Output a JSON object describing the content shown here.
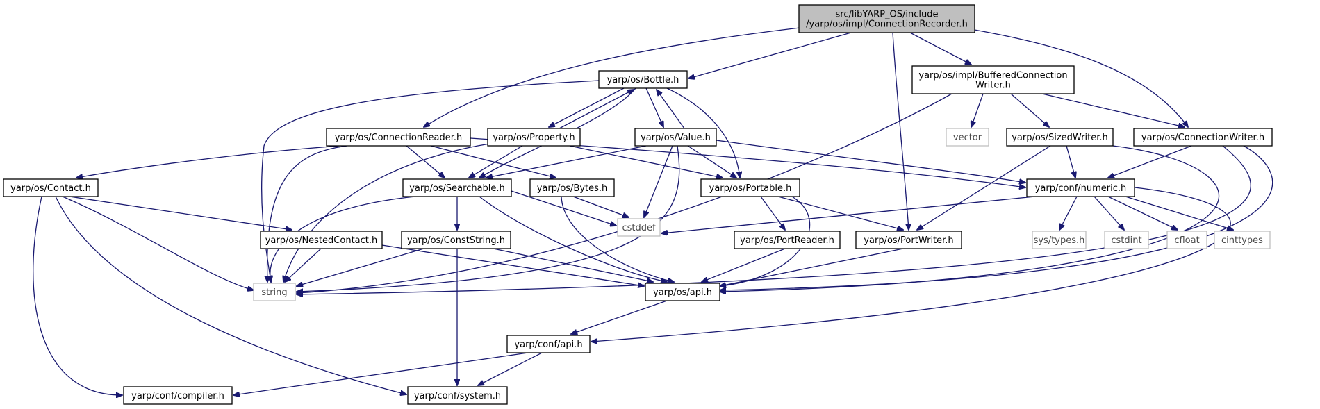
{
  "graph": {
    "nodes": [
      {
        "id": "root",
        "lines": [
          "src/libYARP_OS/include",
          "/yarp/os/impl/ConnectionRecorder.h"
        ],
        "kind": "root"
      },
      {
        "id": "bottle",
        "lines": [
          "yarp/os/Bottle.h"
        ],
        "kind": "normal"
      },
      {
        "id": "bcw",
        "lines": [
          "yarp/os/impl/BufferedConnection",
          "Writer.h"
        ],
        "kind": "normal"
      },
      {
        "id": "creader",
        "lines": [
          "yarp/os/ConnectionReader.h"
        ],
        "kind": "normal"
      },
      {
        "id": "property",
        "lines": [
          "yarp/os/Property.h"
        ],
        "kind": "normal"
      },
      {
        "id": "value",
        "lines": [
          "yarp/os/Value.h"
        ],
        "kind": "normal"
      },
      {
        "id": "vector",
        "lines": [
          "vector"
        ],
        "kind": "external"
      },
      {
        "id": "sizedwriter",
        "lines": [
          "yarp/os/SizedWriter.h"
        ],
        "kind": "normal"
      },
      {
        "id": "cwriter",
        "lines": [
          "yarp/os/ConnectionWriter.h"
        ],
        "kind": "normal"
      },
      {
        "id": "contact",
        "lines": [
          "yarp/os/Contact.h"
        ],
        "kind": "normal"
      },
      {
        "id": "searchable",
        "lines": [
          "yarp/os/Searchable.h"
        ],
        "kind": "normal"
      },
      {
        "id": "bytes",
        "lines": [
          "yarp/os/Bytes.h"
        ],
        "kind": "normal"
      },
      {
        "id": "portable",
        "lines": [
          "yarp/os/Portable.h"
        ],
        "kind": "normal"
      },
      {
        "id": "numeric",
        "lines": [
          "yarp/conf/numeric.h"
        ],
        "kind": "normal"
      },
      {
        "id": "nested",
        "lines": [
          "yarp/os/NestedContact.h"
        ],
        "kind": "normal"
      },
      {
        "id": "conststring",
        "lines": [
          "yarp/os/ConstString.h"
        ],
        "kind": "normal"
      },
      {
        "id": "cstddef",
        "lines": [
          "cstddef"
        ],
        "kind": "external"
      },
      {
        "id": "portreader",
        "lines": [
          "yarp/os/PortReader.h"
        ],
        "kind": "normal"
      },
      {
        "id": "portwriter",
        "lines": [
          "yarp/os/PortWriter.h"
        ],
        "kind": "normal"
      },
      {
        "id": "systypes",
        "lines": [
          "sys/types.h"
        ],
        "kind": "external"
      },
      {
        "id": "cstdint",
        "lines": [
          "cstdint"
        ],
        "kind": "external"
      },
      {
        "id": "cfloat",
        "lines": [
          "cfloat"
        ],
        "kind": "external"
      },
      {
        "id": "cinttypes",
        "lines": [
          "cinttypes"
        ],
        "kind": "external"
      },
      {
        "id": "string",
        "lines": [
          "string"
        ],
        "kind": "external"
      },
      {
        "id": "osapi",
        "lines": [
          "yarp/os/api.h"
        ],
        "kind": "normal"
      },
      {
        "id": "confapi",
        "lines": [
          "yarp/conf/api.h"
        ],
        "kind": "normal"
      },
      {
        "id": "compiler",
        "lines": [
          "yarp/conf/compiler.h"
        ],
        "kind": "normal"
      },
      {
        "id": "system",
        "lines": [
          "yarp/conf/system.h"
        ],
        "kind": "normal"
      }
    ],
    "edges": [
      [
        "root",
        "bottle"
      ],
      [
        "root",
        "creader"
      ],
      [
        "root",
        "bcw"
      ],
      [
        "root",
        "cwriter"
      ],
      [
        "root",
        "portwriter"
      ],
      [
        "bottle",
        "property"
      ],
      [
        "property",
        "bottle"
      ],
      [
        "bottle",
        "value"
      ],
      [
        "value",
        "bottle"
      ],
      [
        "bottle",
        "searchable"
      ],
      [
        "bottle",
        "portable"
      ],
      [
        "bottle",
        "string"
      ],
      [
        "creader",
        "contact"
      ],
      [
        "creader",
        "searchable"
      ],
      [
        "creader",
        "bytes"
      ],
      [
        "creader",
        "numeric"
      ],
      [
        "creader",
        "string"
      ],
      [
        "property",
        "searchable"
      ],
      [
        "property",
        "portable"
      ],
      [
        "property",
        "string"
      ],
      [
        "value",
        "searchable"
      ],
      [
        "value",
        "portable"
      ],
      [
        "value",
        "numeric"
      ],
      [
        "value",
        "cstddef"
      ],
      [
        "value",
        "string"
      ],
      [
        "bcw",
        "vector"
      ],
      [
        "bcw",
        "sizedwriter"
      ],
      [
        "bcw",
        "cwriter"
      ],
      [
        "bcw",
        "string"
      ],
      [
        "sizedwriter",
        "numeric"
      ],
      [
        "sizedwriter",
        "portwriter"
      ],
      [
        "sizedwriter",
        "osapi"
      ],
      [
        "cwriter",
        "numeric"
      ],
      [
        "cwriter",
        "osapi"
      ],
      [
        "cwriter",
        "string"
      ],
      [
        "contact",
        "nested"
      ],
      [
        "contact",
        "string"
      ],
      [
        "contact",
        "compiler"
      ],
      [
        "contact",
        "system"
      ],
      [
        "searchable",
        "conststring"
      ],
      [
        "searchable",
        "cstddef"
      ],
      [
        "searchable",
        "string"
      ],
      [
        "searchable",
        "osapi"
      ],
      [
        "bytes",
        "cstddef"
      ],
      [
        "bytes",
        "osapi"
      ],
      [
        "portable",
        "portreader"
      ],
      [
        "portable",
        "portwriter"
      ],
      [
        "portable",
        "osapi"
      ],
      [
        "numeric",
        "cstddef"
      ],
      [
        "numeric",
        "systypes"
      ],
      [
        "numeric",
        "cstdint"
      ],
      [
        "numeric",
        "cfloat"
      ],
      [
        "numeric",
        "cinttypes"
      ],
      [
        "numeric",
        "confapi"
      ],
      [
        "nested",
        "string"
      ],
      [
        "nested",
        "osapi"
      ],
      [
        "conststring",
        "string"
      ],
      [
        "conststring",
        "osapi"
      ],
      [
        "conststring",
        "system"
      ],
      [
        "portreader",
        "osapi"
      ],
      [
        "portwriter",
        "osapi"
      ],
      [
        "osapi",
        "confapi"
      ],
      [
        "confapi",
        "compiler"
      ],
      [
        "confapi",
        "system"
      ]
    ]
  }
}
